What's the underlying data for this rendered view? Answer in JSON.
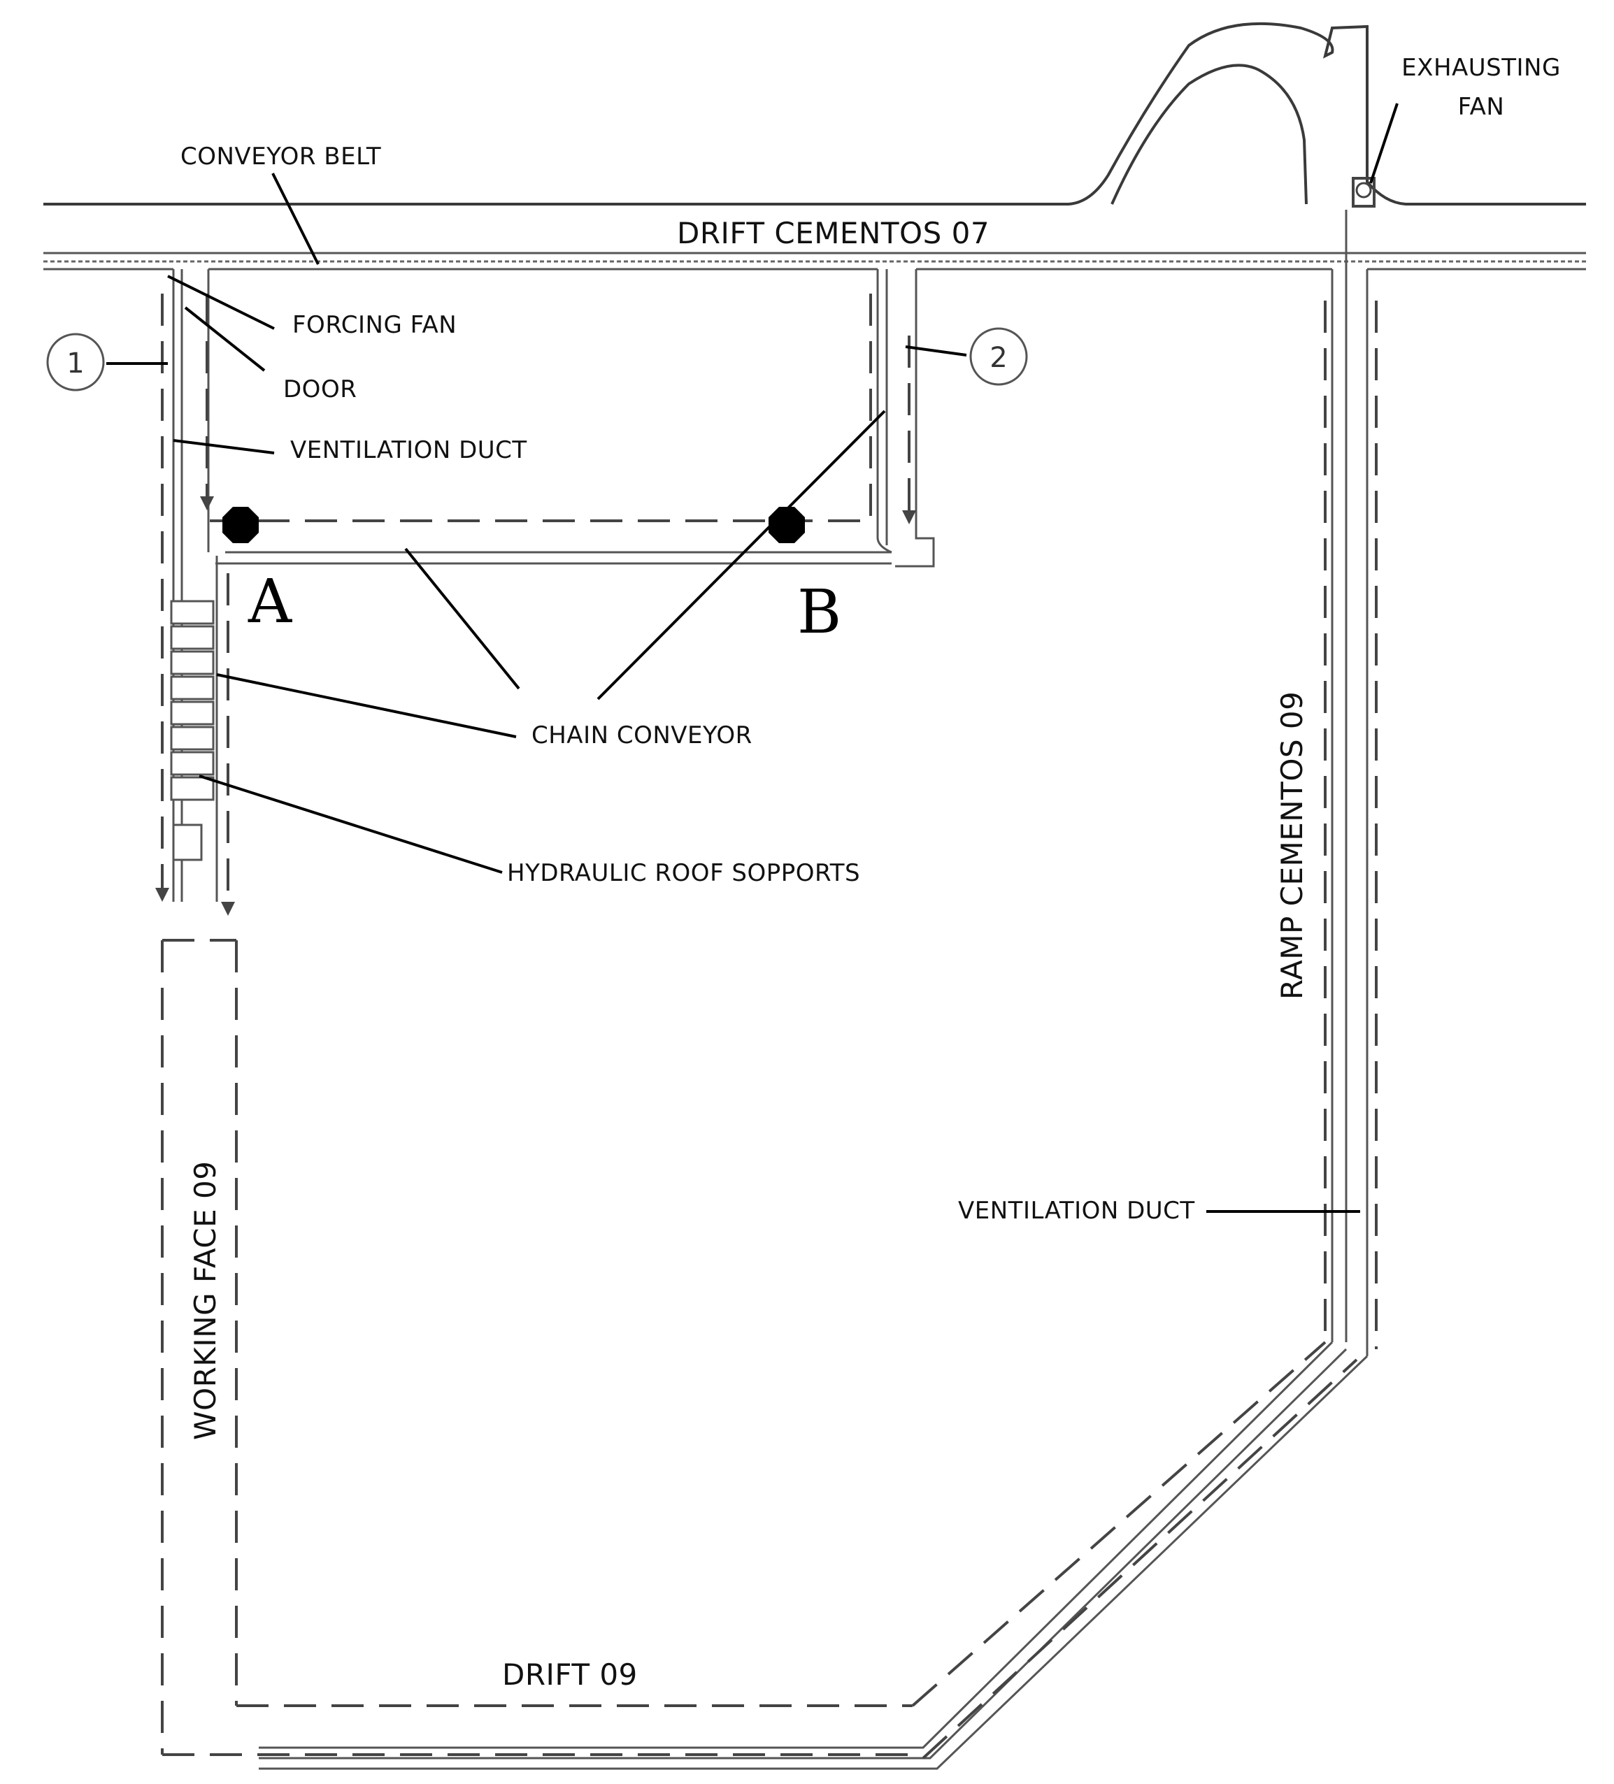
{
  "labels": {
    "conveyor_belt": "CONVEYOR BELT",
    "exhausting_fan_1": "EXHAUSTING",
    "exhausting_fan_2": "FAN",
    "drift_cementos_07": "DRIFT CEMENTOS 07",
    "forcing_fan": "FORCING FAN",
    "door": "DOOR",
    "ventilation_duct_left": "VENTILATION DUCT",
    "chain_conveyor": "CHAIN CONVEYOR",
    "hydraulic_roof_supports": "HYDRAULIC ROOF SOPPORTS",
    "ramp_cementos_09": "RAMP CEMENTOS 09",
    "ventilation_duct_right": "VENTILATION DUCT",
    "working_face_09": "WORKING FACE 09",
    "drift_09": "DRIFT 09"
  },
  "points": {
    "a": "A",
    "b": "B"
  },
  "markers": {
    "one": "1",
    "two": "2"
  },
  "colors": {
    "ink": "#000000",
    "line": "#3a3a3a",
    "background": "#ffffff"
  }
}
